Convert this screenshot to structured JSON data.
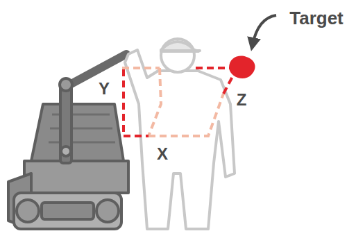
{
  "diagram": {
    "labels": [
      "Target",
      "Y",
      "Z",
      "X"
    ]
  }
}
